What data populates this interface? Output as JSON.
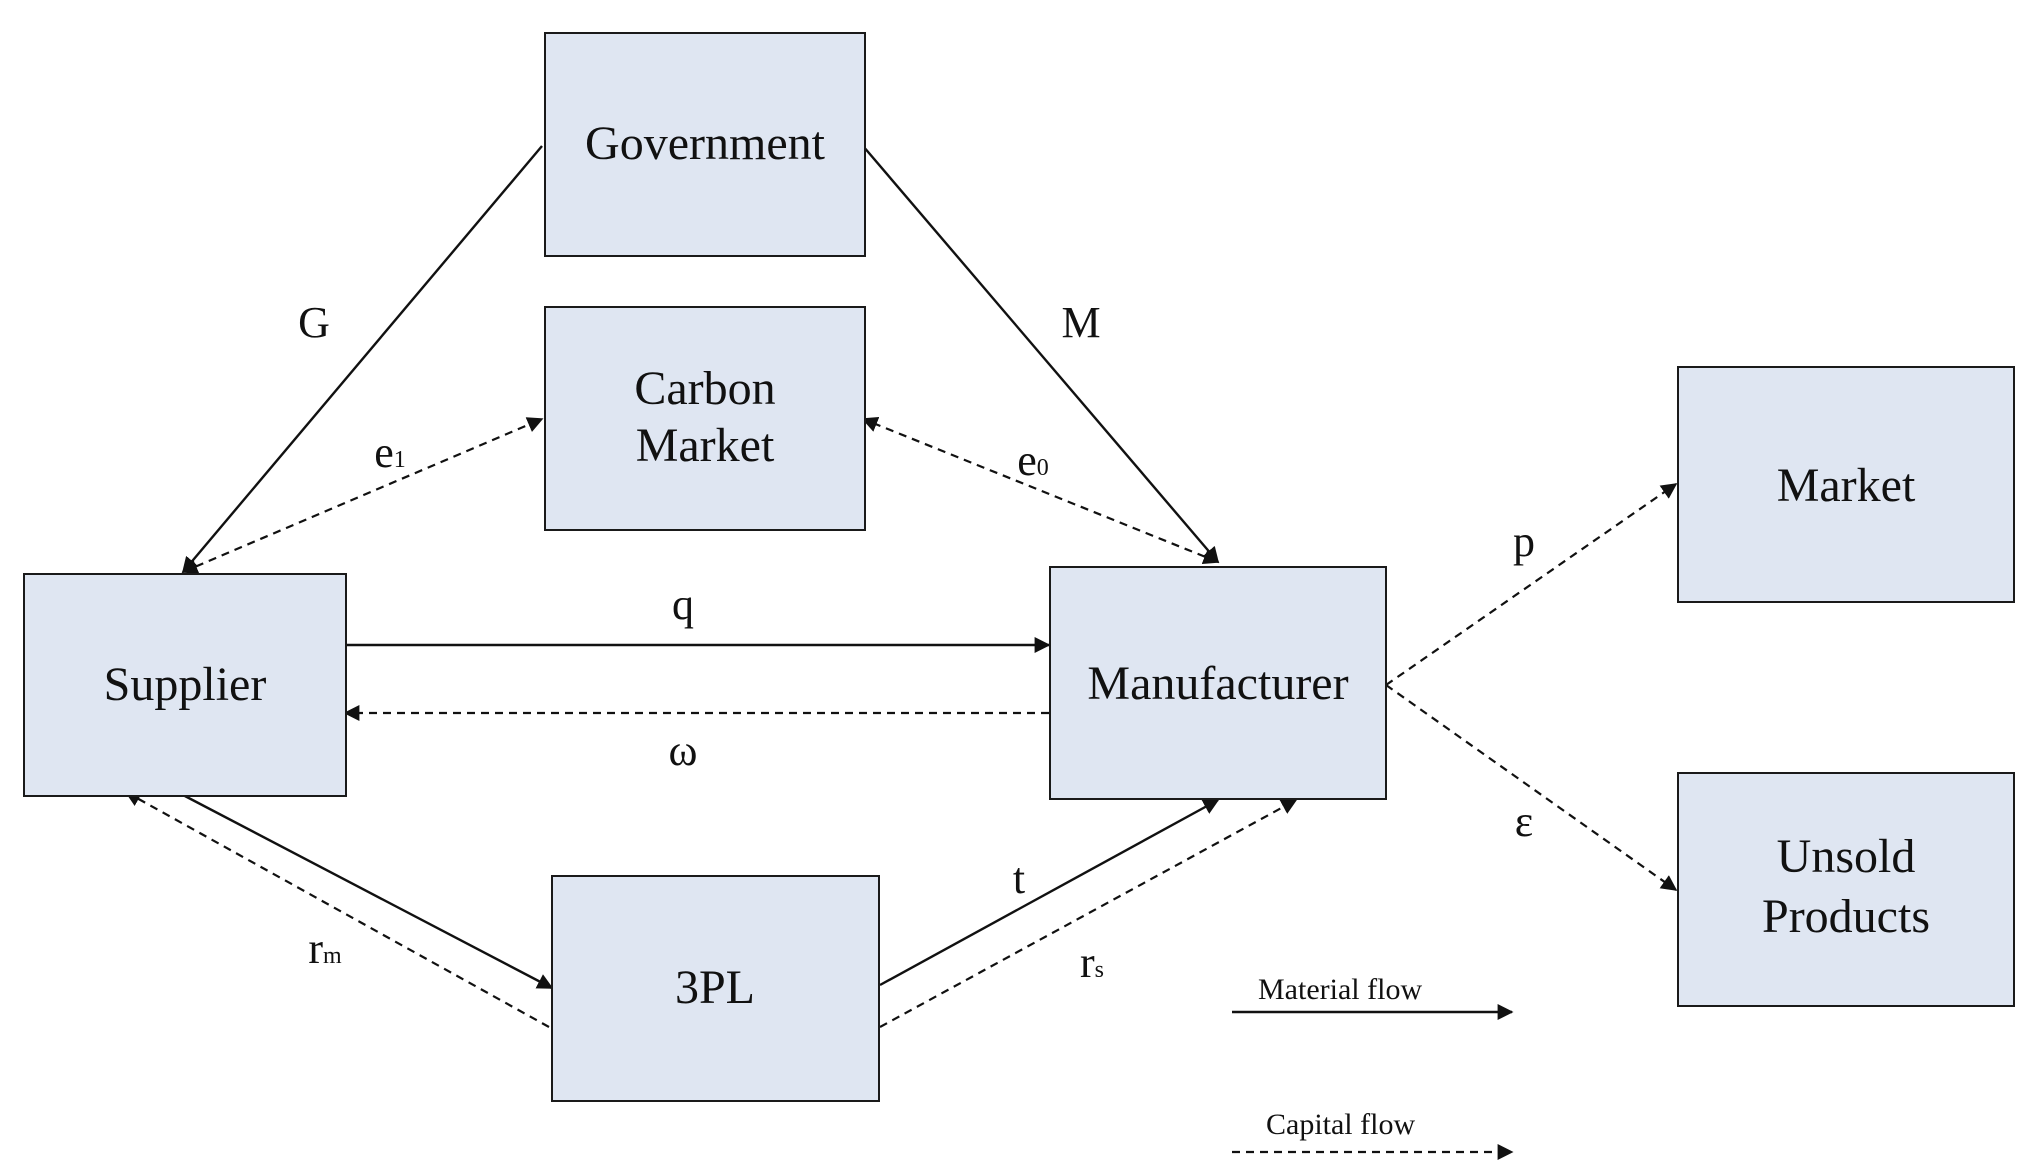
{
  "nodes": {
    "government": {
      "lines": [
        "Government"
      ]
    },
    "carbon_market": {
      "lines": [
        "Carbon",
        "Market"
      ]
    },
    "supplier": {
      "lines": [
        "Supplier"
      ]
    },
    "manufacturer": {
      "lines": [
        "Manufacturer"
      ]
    },
    "tpl": {
      "lines": [
        "3PL"
      ]
    },
    "market": {
      "lines": [
        "Market"
      ]
    },
    "unsold": {
      "lines": [
        "Unsold",
        "Products"
      ]
    }
  },
  "edges": {
    "gov_supplier": {
      "label": "G",
      "flow": "material"
    },
    "gov_manufacturer": {
      "label": "M",
      "flow": "material"
    },
    "supplier_carbon": {
      "label": "e",
      "sub": "1",
      "flow": "capital"
    },
    "manufacturer_carbon": {
      "label": "e",
      "sub": "0",
      "flow": "capital"
    },
    "supplier_manufacturer": {
      "label": "q",
      "flow": "material"
    },
    "manufacturer_supplier": {
      "label": "ω",
      "flow": "capital"
    },
    "supplier_tpl": {
      "label": "",
      "flow": "material"
    },
    "tpl_supplier": {
      "label": "r",
      "sub": "m",
      "flow": "capital"
    },
    "tpl_manufacturer": {
      "label": "t",
      "flow": "material"
    },
    "tpl_manufacturer_capital": {
      "label": "r",
      "sub": "s",
      "flow": "capital"
    },
    "manufacturer_market": {
      "label": "p",
      "flow": "capital"
    },
    "manufacturer_unsold": {
      "label": "ε",
      "flow": "capital"
    }
  },
  "legend": {
    "material": "Material  flow",
    "capital": "Capital  flow"
  }
}
